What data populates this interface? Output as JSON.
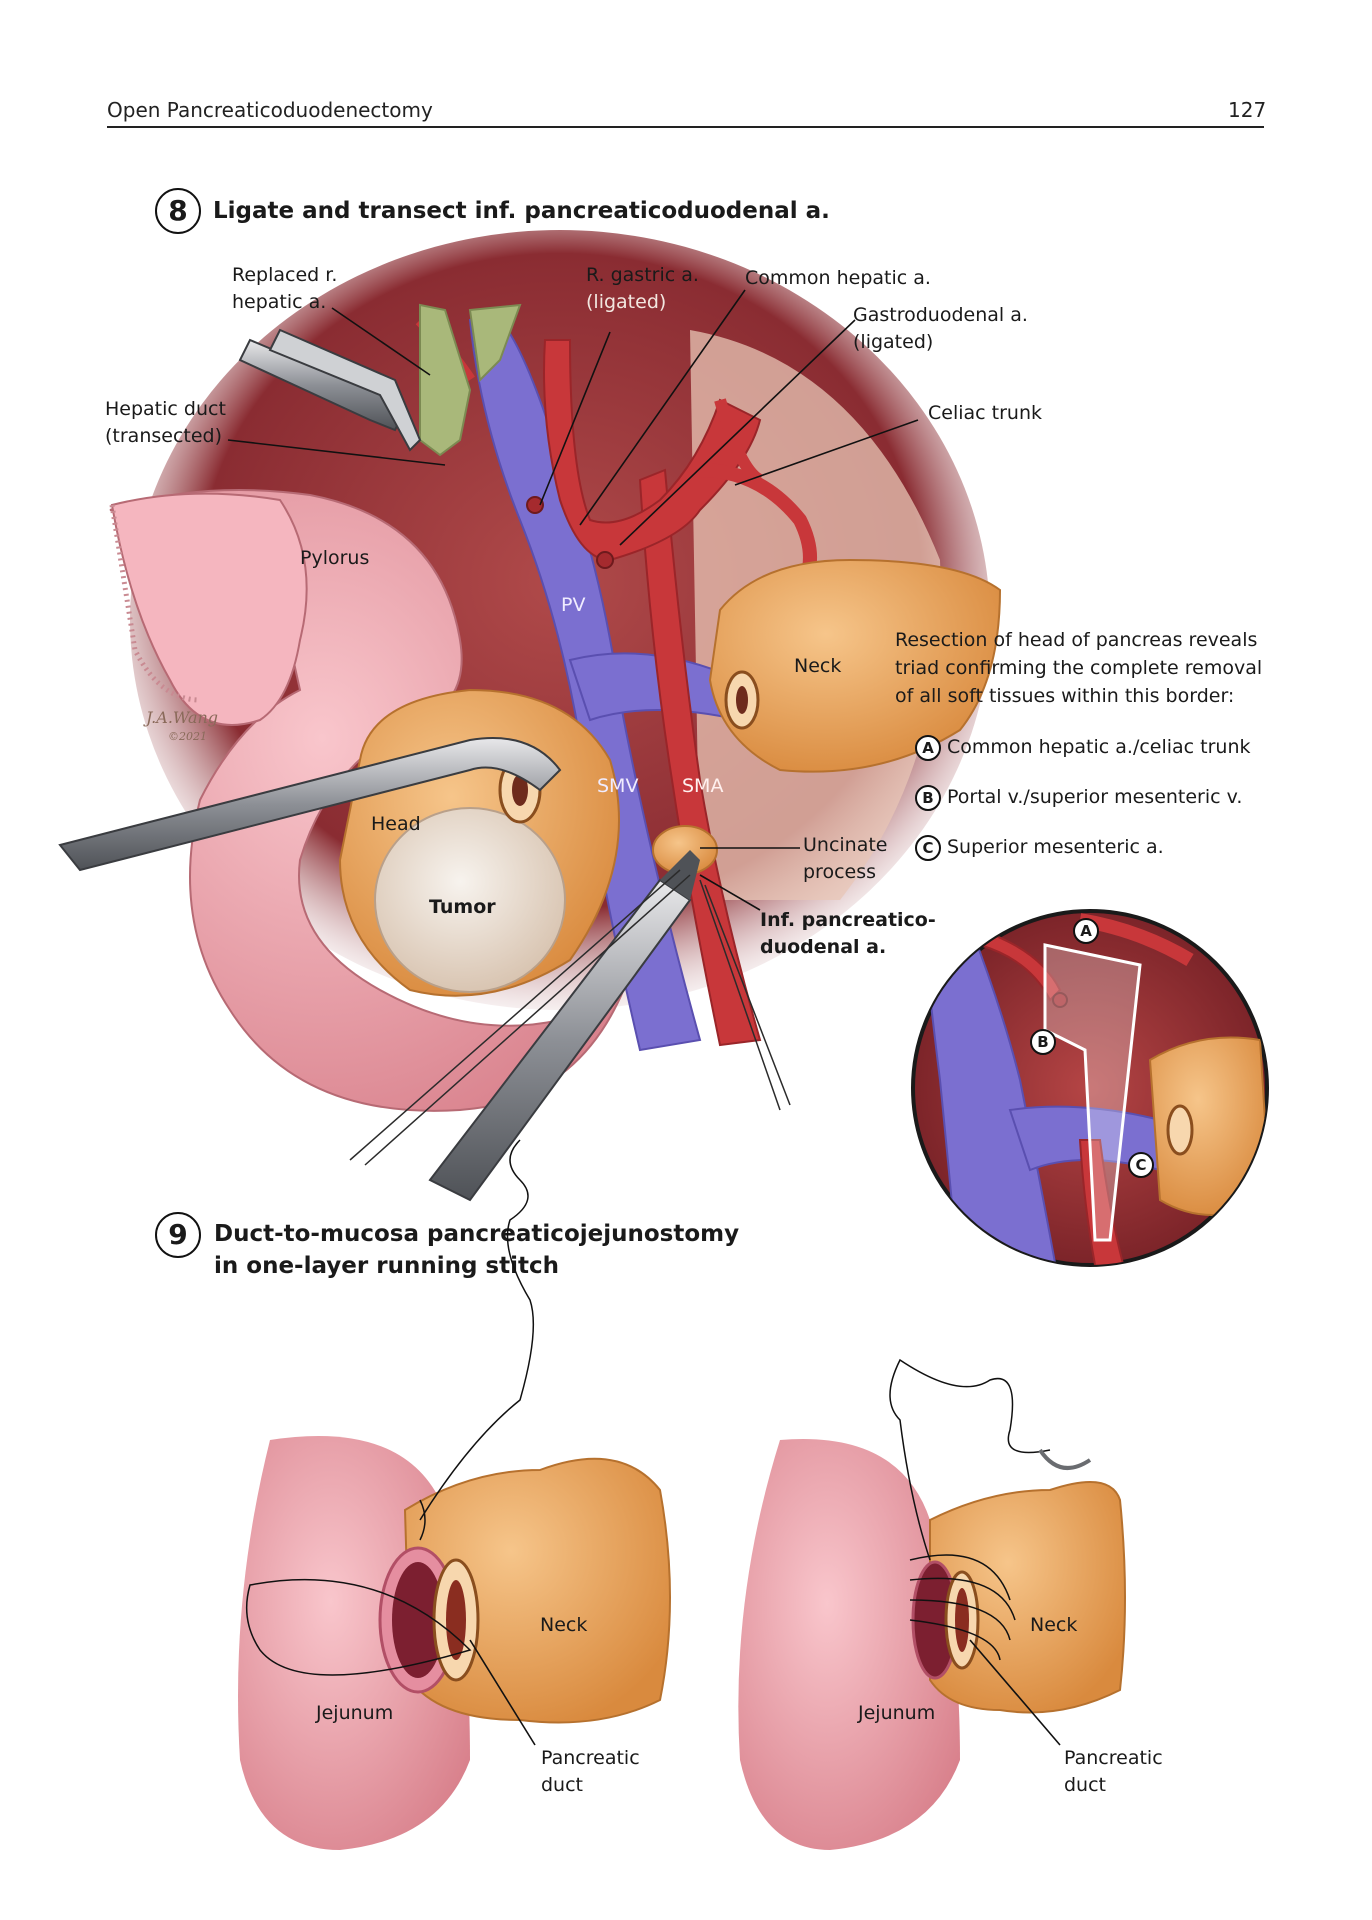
{
  "header": {
    "running_title": "Open Pancreaticoduodenectomy",
    "page_number": "127"
  },
  "step8": {
    "number": "8",
    "title": "Ligate and transect inf. pancreaticoduodenal a.",
    "labels": {
      "replaced_line1": "Replaced r.",
      "replaced_line2": "hepatic a.",
      "rgastric_line1": "R. gastric a.",
      "rgastric_line2": "(ligated)",
      "common_hepatic": "Common hepatic a.",
      "gastroduodenal_line1": "Gastroduodenal a.",
      "gastroduodenal_line2": "(ligated)",
      "hepatic_duct_line1": "Hepatic duct",
      "hepatic_duct_line2": "(transected)",
      "celiac": "Celiac trunk",
      "pylorus": "Pylorus",
      "pv": "PV",
      "neck": "Neck",
      "smv": "SMV",
      "sma": "SMA",
      "head": "Head",
      "tumor": "Tumor",
      "uncinate_line1": "Uncinate",
      "uncinate_line2": "process",
      "ipd_line1": "Inf. pancreatico-",
      "ipd_line2": "duodenal a.",
      "signature_line1": "J.A.Wang",
      "signature_line2": "©2021"
    },
    "note_line1": "Resection of head of pancreas reveals",
    "note_line2": "triad confirming the complete removal",
    "note_line3": "of all soft tissues within this border:",
    "legend": [
      {
        "key": "A",
        "text": "Common hepatic a./celiac trunk"
      },
      {
        "key": "B",
        "text": "Portal v./superior mesenteric v."
      },
      {
        "key": "C",
        "text": "Superior mesenteric a."
      }
    ],
    "inset_labels": {
      "a": "A",
      "b": "B",
      "c": "C"
    }
  },
  "step9": {
    "number": "9",
    "title_line1": "Duct-to-mucosa pancreaticojejunostomy",
    "title_line2": "in one-layer running stitch",
    "left": {
      "neck": "Neck",
      "jejunum": "Jejunum",
      "duct_line1": "Pancreatic",
      "duct_line2": "duct"
    },
    "right": {
      "neck": "Neck",
      "jejunum": "Jejunum",
      "duct_line1": "Pancreatic",
      "duct_line2": "duct"
    }
  },
  "colors": {
    "artery": "#c8373a",
    "vein": "#7b6fd0",
    "pancreas": "#e9a45c",
    "bowel": "#f2a9b2",
    "duct_green": "#a9b87a"
  }
}
